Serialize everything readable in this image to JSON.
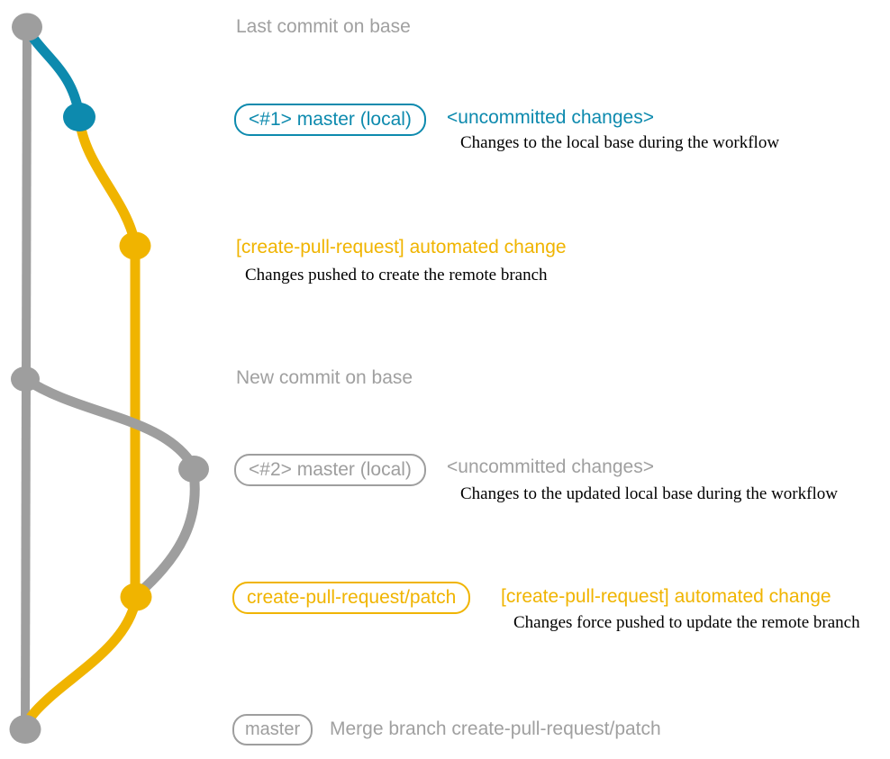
{
  "colors": {
    "gray": "#9e9e9e",
    "gray_text": "#a0a0a0",
    "teal": "#0d8aae",
    "yellow": "#f0b400",
    "ink": "#000000"
  },
  "graph": {
    "type": "git-graph",
    "commit_dots": [
      {
        "id": "last-commit-on-base",
        "color": "gray"
      },
      {
        "id": "local-master-commit-1",
        "color": "teal"
      },
      {
        "id": "automated-change-commit-1",
        "color": "yellow"
      },
      {
        "id": "new-commit-on-base",
        "color": "gray"
      },
      {
        "id": "local-master-commit-2",
        "color": "gray"
      },
      {
        "id": "automated-change-commit-2",
        "color": "yellow"
      },
      {
        "id": "merge-commit",
        "color": "gray"
      }
    ]
  },
  "annotations": {
    "row1": {
      "label": "Last commit on base"
    },
    "row2": {
      "badge": "<#1> master (local)",
      "note": "<uncommitted changes>",
      "desc": "Changes to the local base during the workflow"
    },
    "row3": {
      "label": "[create-pull-request] automated change",
      "desc": "Changes pushed to create the remote branch"
    },
    "row4": {
      "label": "New commit on base"
    },
    "row5": {
      "badge": "<#2> master (local)",
      "note": "<uncommitted changes>",
      "desc": "Changes to the updated local base during the workflow"
    },
    "row6": {
      "badge": "create-pull-request/patch",
      "label": "[create-pull-request] automated change",
      "desc": "Changes force pushed to update the remote branch"
    },
    "row7": {
      "badge": "master",
      "label": "Merge branch create-pull-request/patch"
    }
  }
}
